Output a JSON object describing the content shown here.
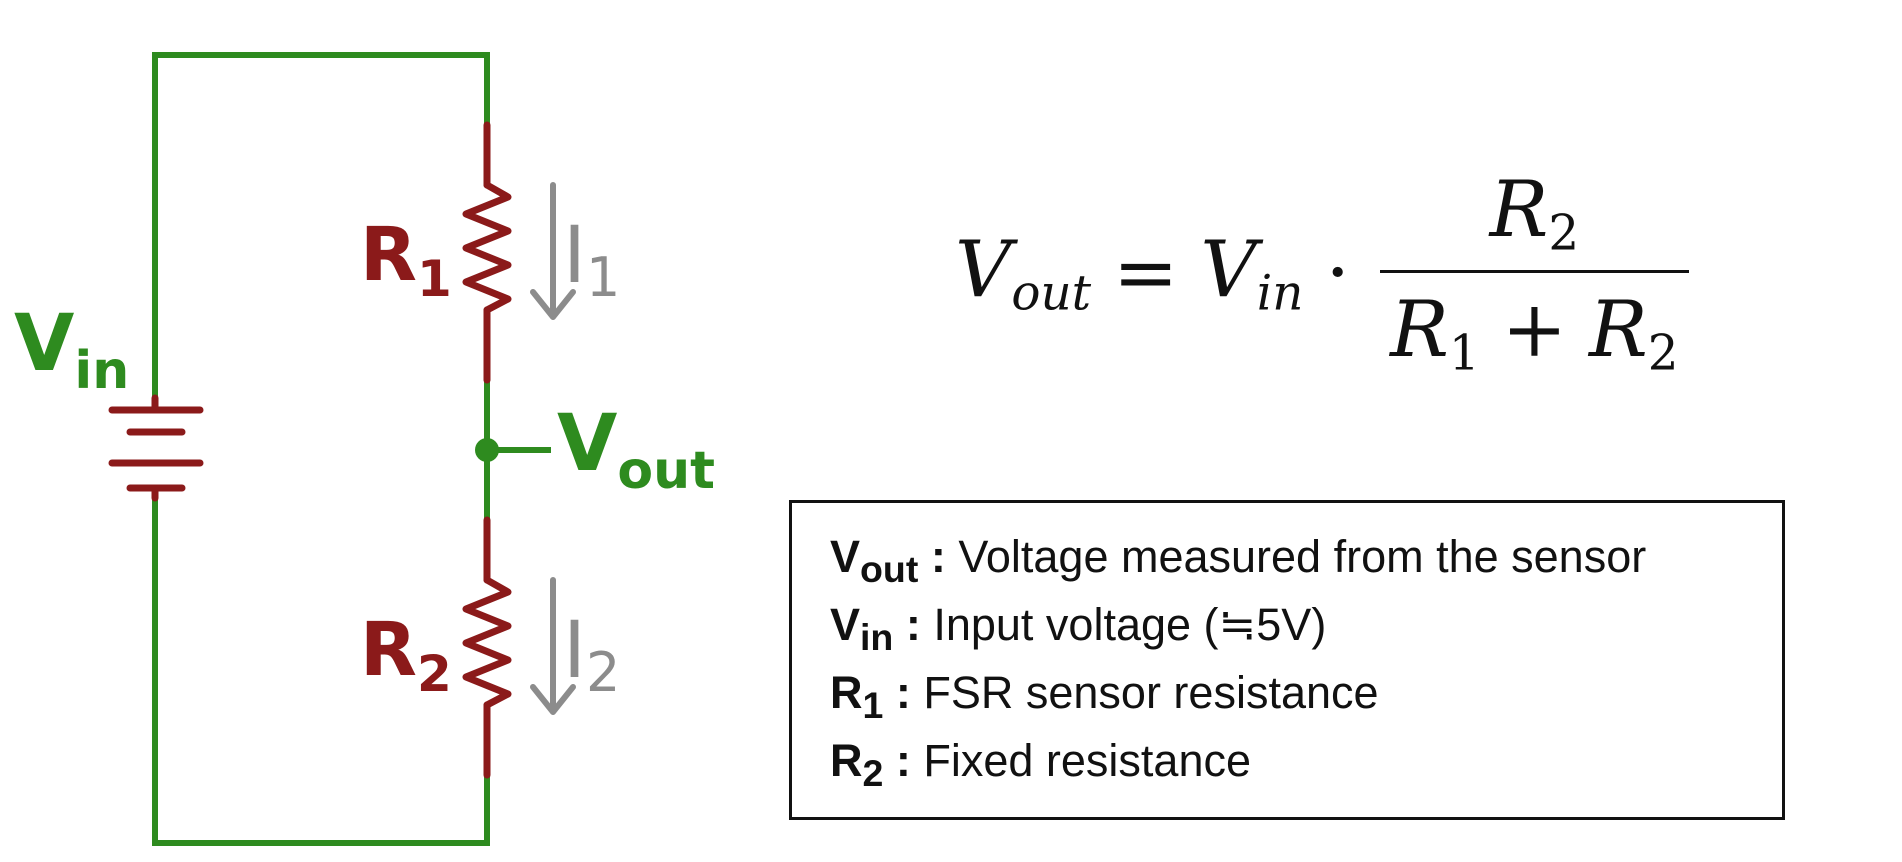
{
  "colors": {
    "wire": "#2e8b1f",
    "resistor": "#8b1a1a",
    "current": "#8c8c8c",
    "text": "#111111"
  },
  "circuit": {
    "vin_label": {
      "main": "V",
      "sub": "in"
    },
    "vout_label": {
      "main": "V",
      "sub": "out"
    },
    "r1_label": {
      "main": "R",
      "sub": "1"
    },
    "r2_label": {
      "main": "R",
      "sub": "2"
    },
    "i1_label": {
      "main": "I",
      "sub": "1"
    },
    "i2_label": {
      "main": "I",
      "sub": "2"
    }
  },
  "formula": {
    "lhs": {
      "main": "V",
      "sub": "out"
    },
    "equals": "=",
    "vin": {
      "main": "V",
      "sub": "in"
    },
    "dot": "·",
    "numerator": {
      "main": "R",
      "sub": "2"
    },
    "den_r1": {
      "main": "R",
      "sub": "1"
    },
    "plus": "+",
    "den_r2": {
      "main": "R",
      "sub": "2"
    }
  },
  "legend": [
    {
      "sym": "V",
      "sub": "out",
      "sep": " : ",
      "text": "Voltage measured from the sensor"
    },
    {
      "sym": "V",
      "sub": "in",
      "sep": " : ",
      "text": "Input voltage (≒5V)"
    },
    {
      "sym": "R",
      "sub": "1",
      "sep": " : ",
      "text": "FSR sensor resistance"
    },
    {
      "sym": "R",
      "sub": "2",
      "sep": " : ",
      "text": "Fixed resistance"
    }
  ]
}
